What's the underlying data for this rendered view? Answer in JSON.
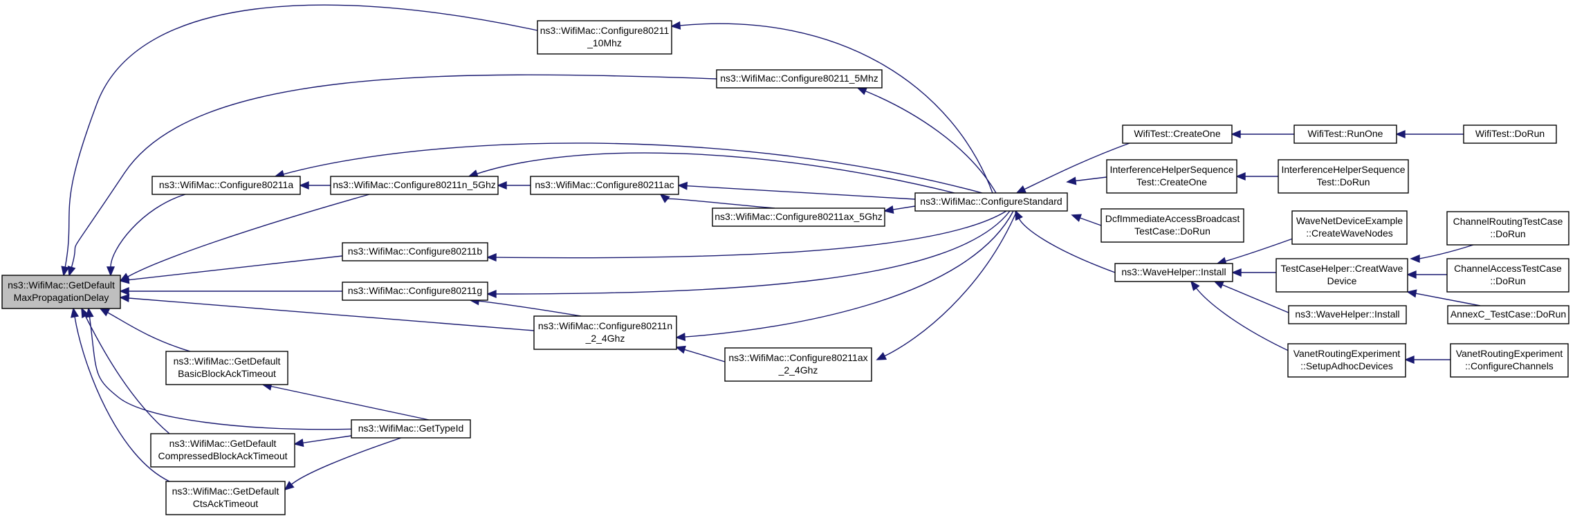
{
  "diagram": {
    "style": {
      "node_fill": "#ffffff",
      "highlight_fill": "#bfbfbf",
      "border_color": "#000000",
      "edge_color": "#191970"
    },
    "nodes": [
      {
        "id": "root",
        "lines": [
          "ns3::WifiMac::GetDefault",
          "MaxPropagationDelay"
        ],
        "highlight": true
      },
      {
        "id": "c80211a",
        "lines": [
          "ns3::WifiMac::Configure80211a"
        ]
      },
      {
        "id": "c80211n5",
        "lines": [
          "ns3::WifiMac::Configure80211n_5Ghz"
        ]
      },
      {
        "id": "c80211ac",
        "lines": [
          "ns3::WifiMac::Configure80211ac"
        ]
      },
      {
        "id": "c80211ax5",
        "lines": [
          "ns3::WifiMac::Configure80211ax_5Ghz"
        ]
      },
      {
        "id": "c10mhz",
        "lines": [
          "ns3::WifiMac::Configure80211",
          "_10Mhz"
        ]
      },
      {
        "id": "c5mhz",
        "lines": [
          "ns3::WifiMac::Configure80211_5Mhz"
        ]
      },
      {
        "id": "c80211b",
        "lines": [
          "ns3::WifiMac::Configure80211b"
        ]
      },
      {
        "id": "c80211g",
        "lines": [
          "ns3::WifiMac::Configure80211g"
        ]
      },
      {
        "id": "c80211n24",
        "lines": [
          "ns3::WifiMac::Configure80211n",
          "_2_4Ghz"
        ]
      },
      {
        "id": "c80211ax24",
        "lines": [
          "ns3::WifiMac::Configure80211ax",
          "_2_4Ghz"
        ]
      },
      {
        "id": "cstd",
        "lines": [
          "ns3::WifiMac::ConfigureStandard"
        ]
      },
      {
        "id": "basicack",
        "lines": [
          "ns3::WifiMac::GetDefault",
          "BasicBlockAckTimeout"
        ]
      },
      {
        "id": "compack",
        "lines": [
          "ns3::WifiMac::GetDefault",
          "CompressedBlockAckTimeout"
        ]
      },
      {
        "id": "ctsack",
        "lines": [
          "ns3::WifiMac::GetDefault",
          "CtsAckTimeout"
        ]
      },
      {
        "id": "typeid",
        "lines": [
          "ns3::WifiMac::GetTypeId"
        ]
      },
      {
        "id": "wtcreate",
        "lines": [
          "WifiTest::CreateOne"
        ]
      },
      {
        "id": "wtrun",
        "lines": [
          "WifiTest::RunOne"
        ]
      },
      {
        "id": "wtdorun",
        "lines": [
          "WifiTest::DoRun"
        ]
      },
      {
        "id": "ihcreate",
        "lines": [
          "InterferenceHelperSequence",
          "Test::CreateOne"
        ]
      },
      {
        "id": "ihdorun",
        "lines": [
          "InterferenceHelperSequence",
          "Test::DoRun"
        ]
      },
      {
        "id": "dcf",
        "lines": [
          "DcfImmediateAccessBroadcast",
          "TestCase::DoRun"
        ]
      },
      {
        "id": "wavehelper",
        "lines": [
          "ns3::WaveHelper::Install"
        ]
      },
      {
        "id": "wavenet",
        "lines": [
          "WaveNetDeviceExample",
          "::CreateWaveNodes"
        ]
      },
      {
        "id": "tchelper",
        "lines": [
          "TestCaseHelper::CreatWave",
          "Device"
        ]
      },
      {
        "id": "wavehelper2",
        "lines": [
          "ns3::WaveHelper::Install"
        ]
      },
      {
        "id": "vanetsetup",
        "lines": [
          "VanetRoutingExperiment",
          "::SetupAdhocDevices"
        ]
      },
      {
        "id": "chrouting",
        "lines": [
          "ChannelRoutingTestCase",
          "::DoRun"
        ]
      },
      {
        "id": "chaccess",
        "lines": [
          "ChannelAccessTestCase",
          "::DoRun"
        ]
      },
      {
        "id": "annexc",
        "lines": [
          "AnnexC_TestCase::DoRun"
        ]
      },
      {
        "id": "vanetcfg",
        "lines": [
          "VanetRoutingExperiment",
          "::ConfigureChannels"
        ]
      }
    ],
    "edges": [
      {
        "from": "c80211a",
        "to": "root"
      },
      {
        "from": "c80211n5",
        "to": "root"
      },
      {
        "from": "c10mhz",
        "to": "root"
      },
      {
        "from": "c5mhz",
        "to": "root"
      },
      {
        "from": "c80211b",
        "to": "root"
      },
      {
        "from": "c80211g",
        "to": "root"
      },
      {
        "from": "c80211n24",
        "to": "root"
      },
      {
        "from": "basicack",
        "to": "root"
      },
      {
        "from": "compack",
        "to": "root"
      },
      {
        "from": "ctsack",
        "to": "root"
      },
      {
        "from": "typeid",
        "to": "root"
      },
      {
        "from": "c80211n5",
        "to": "c80211a"
      },
      {
        "from": "cstd",
        "to": "c80211a"
      },
      {
        "from": "c80211ac",
        "to": "c80211n5"
      },
      {
        "from": "cstd",
        "to": "c80211n5"
      },
      {
        "from": "cstd",
        "to": "c80211ac"
      },
      {
        "from": "c80211ax5",
        "to": "c80211ac"
      },
      {
        "from": "cstd",
        "to": "c80211ax5"
      },
      {
        "from": "cstd",
        "to": "c10mhz"
      },
      {
        "from": "cstd",
        "to": "c5mhz"
      },
      {
        "from": "cstd",
        "to": "c80211b"
      },
      {
        "from": "cstd",
        "to": "c80211g"
      },
      {
        "from": "c80211n24",
        "to": "c80211g"
      },
      {
        "from": "cstd",
        "to": "c80211n24"
      },
      {
        "from": "c80211ax24",
        "to": "c80211n24"
      },
      {
        "from": "cstd",
        "to": "c80211ax24"
      },
      {
        "from": "typeid",
        "to": "basicack"
      },
      {
        "from": "typeid",
        "to": "compack"
      },
      {
        "from": "typeid",
        "to": "ctsack"
      },
      {
        "from": "wtcreate",
        "to": "cstd"
      },
      {
        "from": "ihcreate",
        "to": "cstd"
      },
      {
        "from": "dcf",
        "to": "cstd"
      },
      {
        "from": "wavehelper",
        "to": "cstd"
      },
      {
        "from": "wtrun",
        "to": "wtcreate"
      },
      {
        "from": "wtdorun",
        "to": "wtrun"
      },
      {
        "from": "ihdorun",
        "to": "ihcreate"
      },
      {
        "from": "wavenet",
        "to": "wavehelper"
      },
      {
        "from": "tchelper",
        "to": "wavehelper"
      },
      {
        "from": "wavehelper2",
        "to": "wavehelper"
      },
      {
        "from": "vanetsetup",
        "to": "wavehelper"
      },
      {
        "from": "chrouting",
        "to": "tchelper"
      },
      {
        "from": "chaccess",
        "to": "tchelper"
      },
      {
        "from": "annexc",
        "to": "tchelper"
      },
      {
        "from": "vanetcfg",
        "to": "vanetsetup"
      }
    ]
  }
}
